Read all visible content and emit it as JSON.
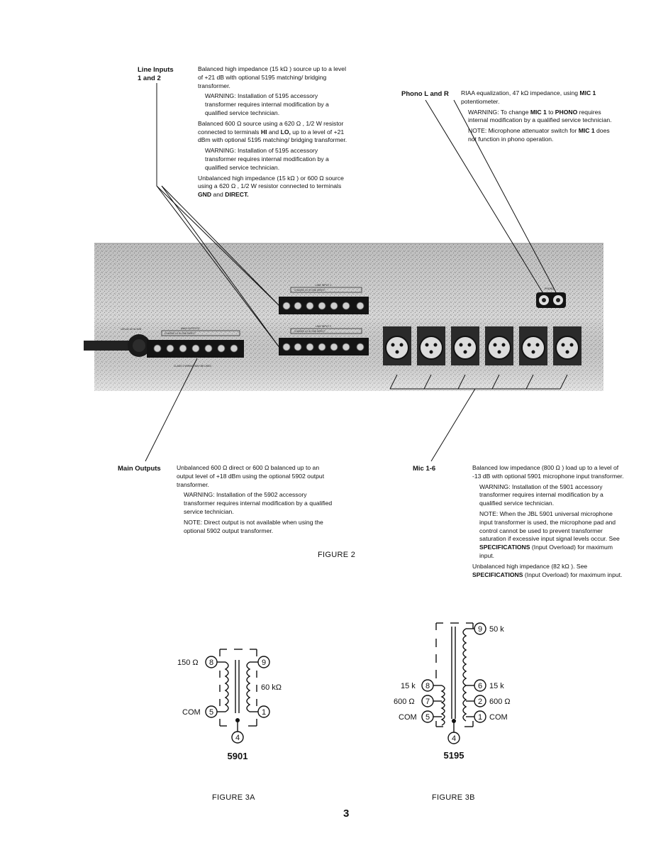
{
  "line_inputs": {
    "label": "Line Inputs\n1 and 2",
    "p1": "Balanced high impedance (15 kΩ ) source up to a level of +21 dB with optional 5195 matching/ bridging transformer.",
    "w1": "WARNING: Installation of 5195 accessory transformer requires internal modification by a qualified service technician.",
    "p2a": "Balanced 600 Ω source using a 620 Ω , 1/2 W resistor connected to terminals ",
    "p2_hi": "HI",
    "p2_and": " and ",
    "p2_lo": "LO,",
    "p2b": " up to a level of +21 dBm with optional 5195 matching/ bridging transformer.",
    "w2": "WARNING: Installation of 5195 accessory transformer requires internal modification by a qualified service technician.",
    "p3a": "Unbalanced high impedance (15 kΩ ) or 600 Ω source using a 620 Ω , 1/2 W resistor connected to terminals ",
    "p3_gnd": "GND",
    "p3_and": " and ",
    "p3_direct": "DIRECT."
  },
  "phono": {
    "label": "Phono L and R",
    "p1a": "RIAA equalization, 47 kΩ impedance, using ",
    "p1_mic1": "MIC 1",
    "p1b": " potentiometer.",
    "w1a": "WARNING: To change ",
    "w1_mic1": "MIC 1",
    "w1_to": " to ",
    "w1_phono": "PHONO",
    "w1b": " requires internal modification by a qualified service technician.",
    "n1a": "NOTE: Microphone attenuator switch for ",
    "n1_mic1": "MIC 1",
    "n1b": " does not function in phono operation."
  },
  "main_outputs": {
    "label": "Main Outputs",
    "p1": "Unbalanced 600 Ω direct or 600 Ω balanced up to an output level of +18 dBm using the optional 5902 output transformer.",
    "w1": "WARNING: Installation of the 5902 accessory transformer requires internal modification by a qualified service technician.",
    "n1": "NOTE: Direct output is not available when using the optional 5902 output transformer."
  },
  "mic": {
    "label": "Mic 1-6",
    "p1": "Balanced low impedance (800 Ω ) load up to a level of -13 dB with optional 5901 microphone input transformer.",
    "w1": "WARNING: Installation of the 5901 accessory transformer requires internal modification by a qualified service technician.",
    "n1a": "NOTE: When the JBL 5901 universal microphone input transformer is used, the microphone pad and control cannot be used to prevent transformer saturation if excessive input signal levels occur. See ",
    "n1_spec": "SPECIFICATIONS",
    "n1b": " (Input Overload) for maximum input.",
    "p2a": "Unbalanced high impedance (82 kΩ ). See ",
    "p2_spec": "SPECIFICATIONS",
    "p2b": " (Input Overload) for maximum input."
  },
  "panel": {
    "line_input_1_label": "LINE INPUT 1",
    "line_input_2_label": "LINE INPUT 2",
    "main_outputs_label": "MAIN OUTPUTS",
    "input_terminals": "CHASSIS   LO   HI   GND   DIRECT",
    "output_terminals": "CHASSIS   LO   HI   GND   DIRECT",
    "class_note": "CLASS 2 WIRING MAY BE USED",
    "phono_label": "PHONO",
    "ac_label": "120V AC 60 Hz 40W"
  },
  "figure2": "FIGURE 2",
  "fig3a": {
    "caption": "FIGURE 3A",
    "model": "5901",
    "pin8": "8",
    "pin5": "5",
    "pin9": "9",
    "pin1": "1",
    "pin4": "4",
    "lbl_150": "150 Ω",
    "lbl_com": "COM",
    "lbl_60k": "60 kΩ"
  },
  "fig3b": {
    "caption": "FIGURE 3B",
    "model": "5195",
    "pin9": "9",
    "pin8": "8",
    "pin7": "7",
    "pin5": "5",
    "pin6": "6",
    "pin2": "2",
    "pin1": "1",
    "pin4": "4",
    "lbl_50k": "50 k",
    "lbl_15k_l": "15 k",
    "lbl_600_l": "600 Ω",
    "lbl_com_l": "COM",
    "lbl_15k_r": "15 k",
    "lbl_600_r": "600 Ω",
    "lbl_com_r": "COM"
  },
  "page_number": "3"
}
